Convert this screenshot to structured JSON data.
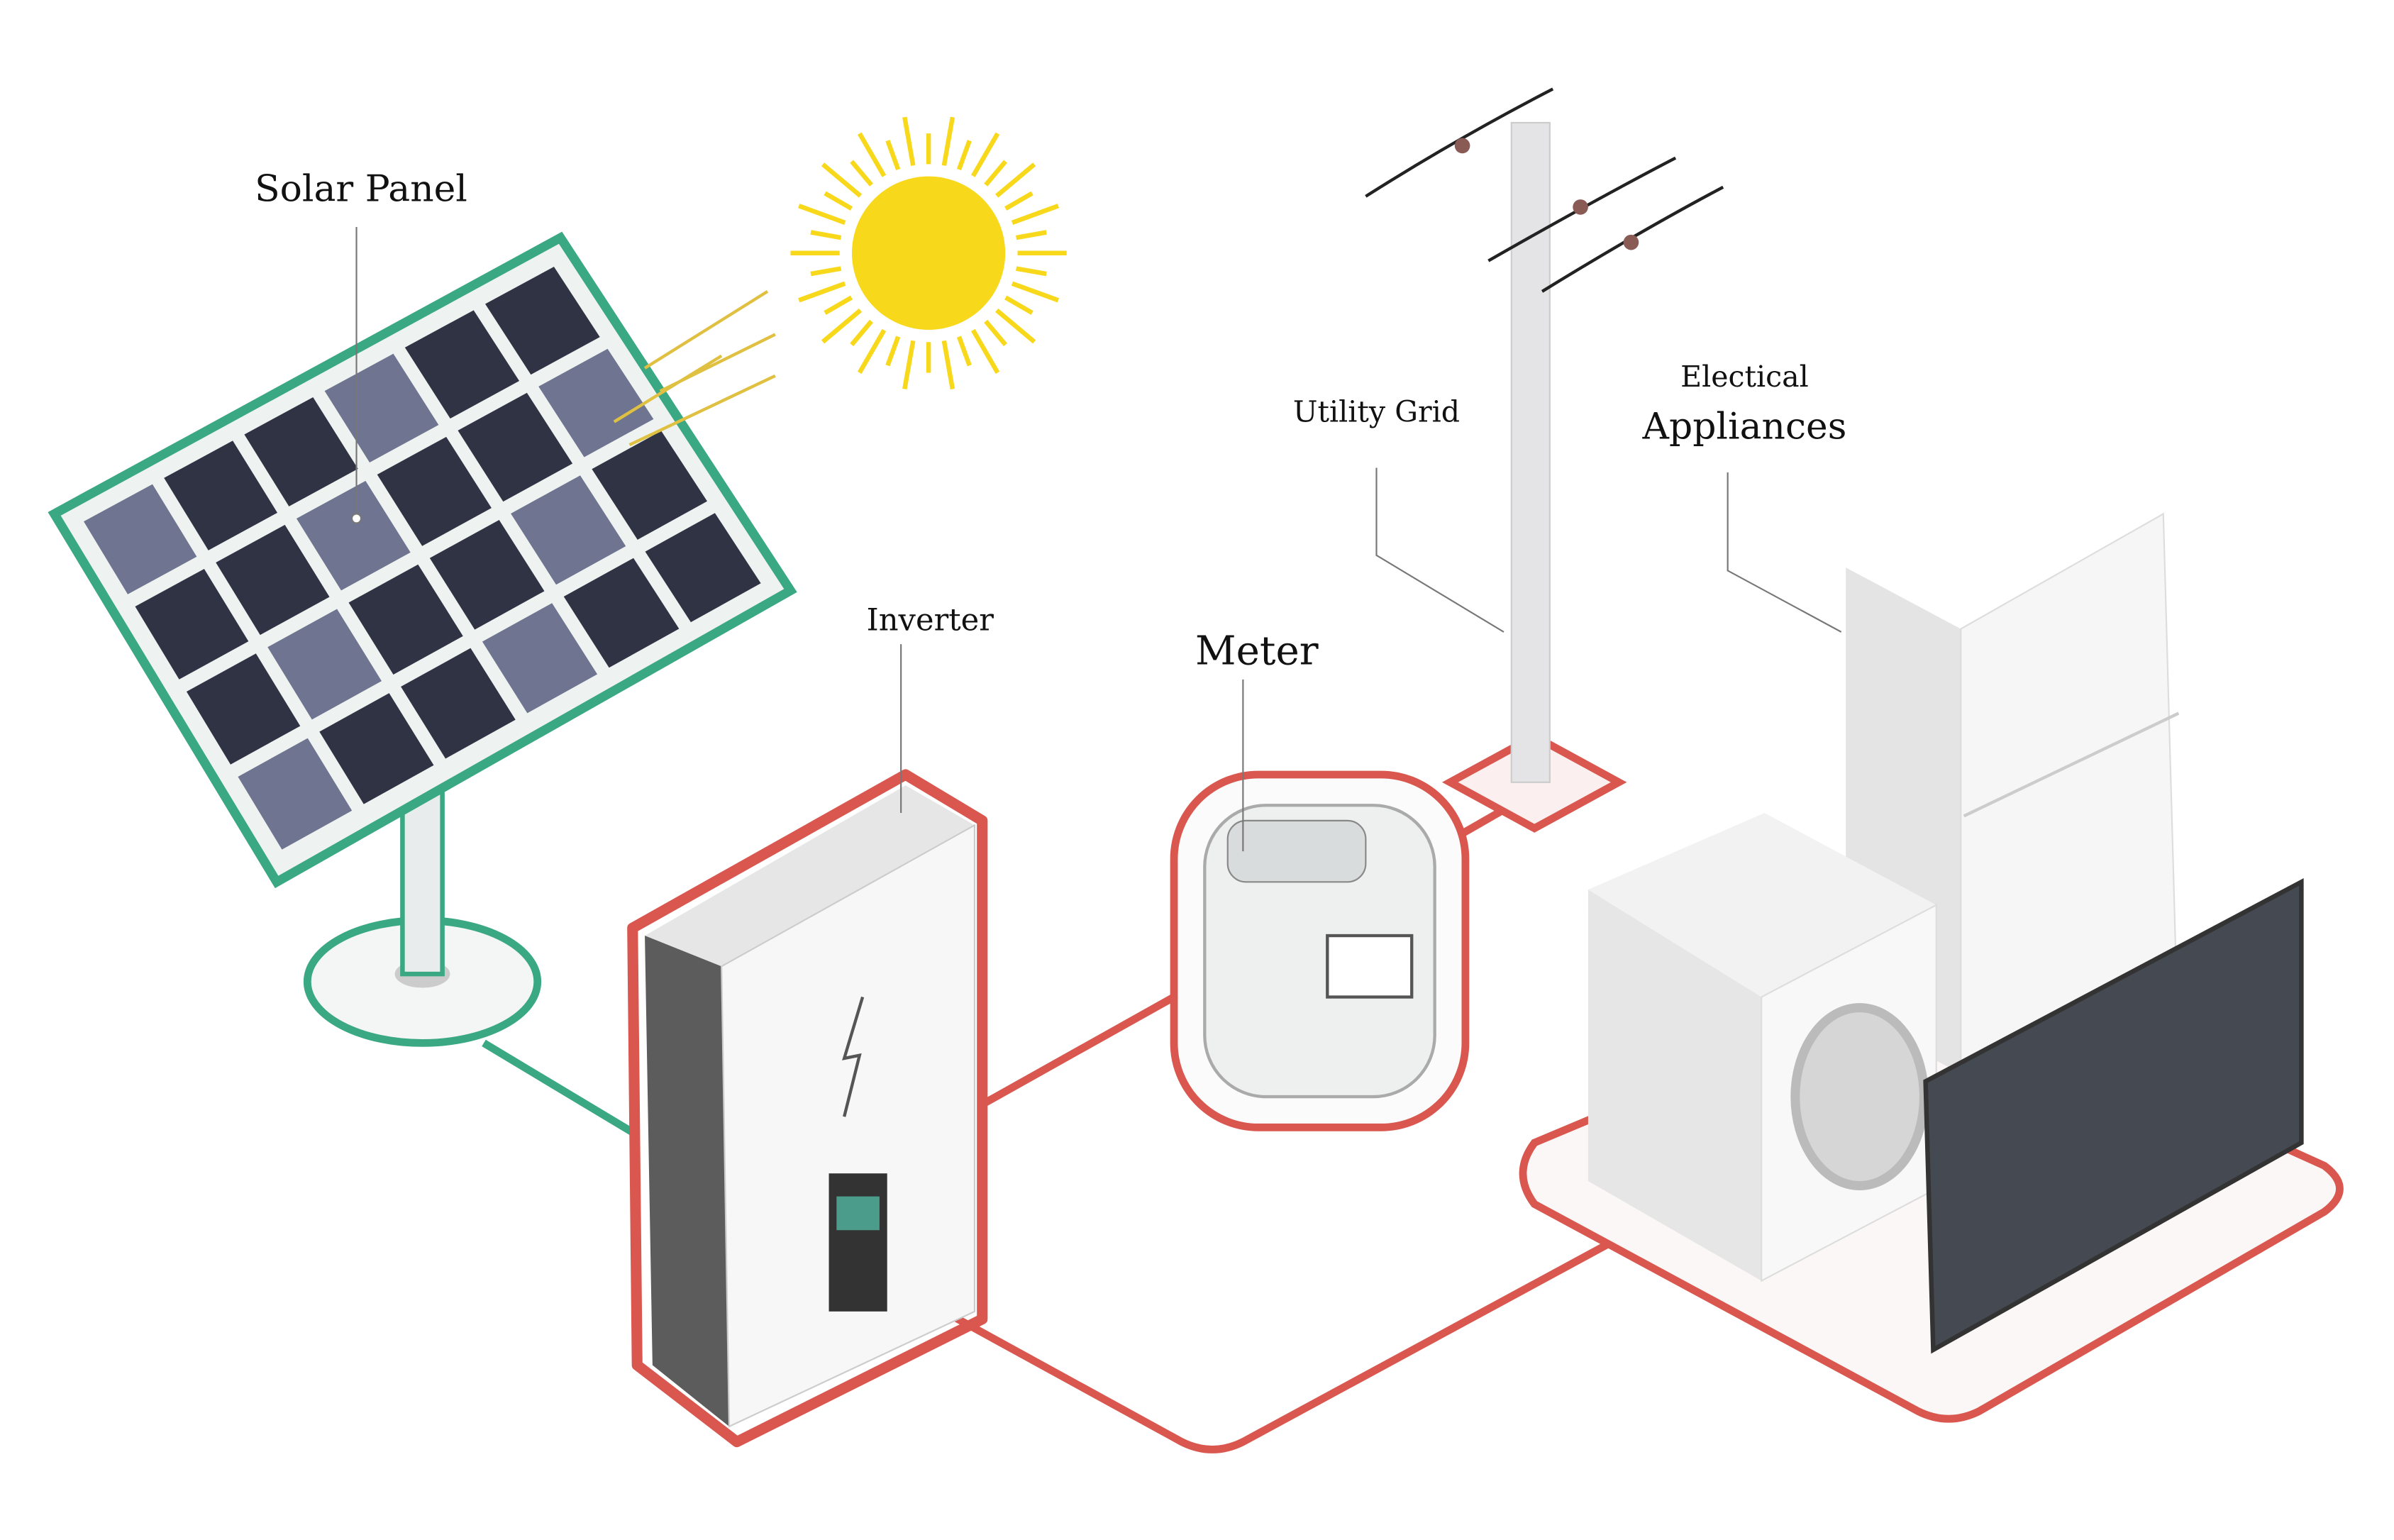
{
  "labels": {
    "solar_panel": "Solar Panel",
    "inverter": "Inverter",
    "meter": "Meter",
    "utility_grid": "Utility Grid",
    "appliances_line1": "Electical",
    "appliances_line2": "Appliances"
  },
  "colors": {
    "solar_link": "#3aa882",
    "power_link": "#d9574f",
    "sun": "#f8d81a",
    "panel_cell": "#2f3344"
  }
}
